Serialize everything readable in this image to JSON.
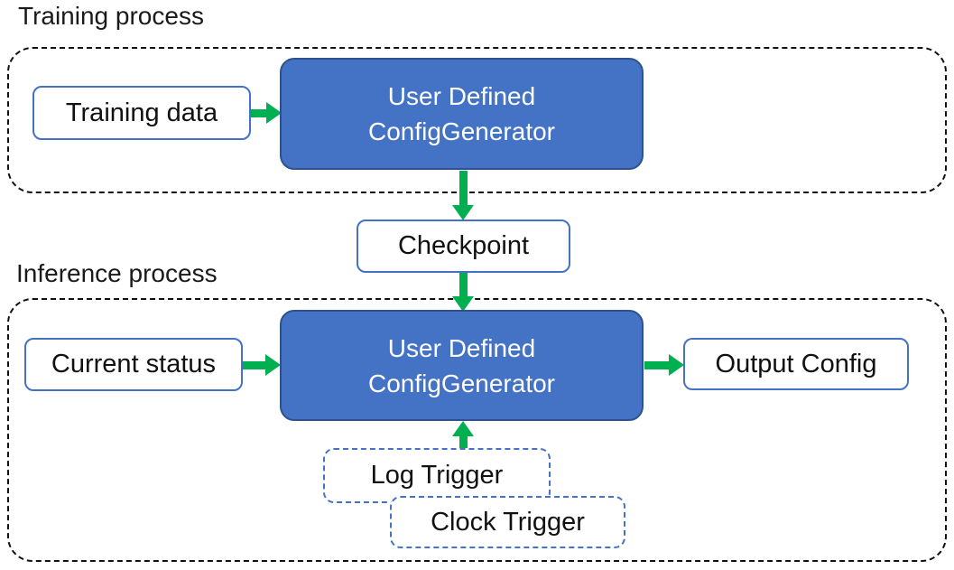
{
  "colors": {
    "generator_fill": "#4472C4",
    "generator_border": "#2F528F",
    "io_box_border": "#4472C4",
    "trigger_border": "#4472C4",
    "arrow_green": "#00B050",
    "container_dash": "#111111",
    "text_dark": "#111111",
    "text_white": "#FFFFFF"
  },
  "training": {
    "label": "Training process",
    "input_box": "Training data",
    "generator_line1": "User Defined",
    "generator_line2": "ConfigGenerator"
  },
  "checkpoint": {
    "label": "Checkpoint"
  },
  "inference": {
    "label": "Inference process",
    "input_box": "Current status",
    "generator_line1": "User Defined",
    "generator_line2": "ConfigGenerator",
    "output_box": "Output Config",
    "log_trigger": "Log Trigger",
    "clock_trigger": "Clock Trigger"
  }
}
